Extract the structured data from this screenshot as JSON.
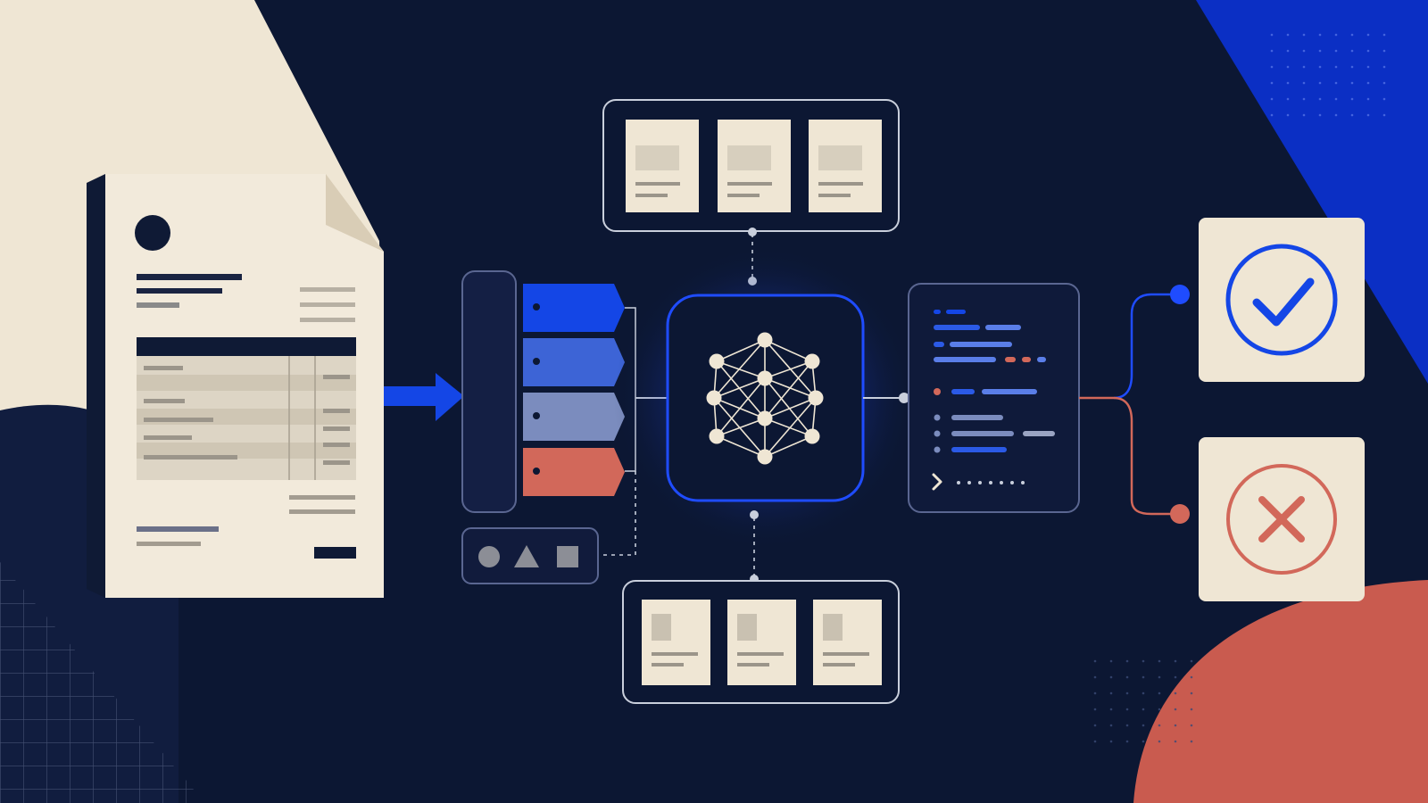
{
  "illustration": {
    "colors": {
      "background": "#0c1733",
      "paper": "#efe6d4",
      "paper_shade": "#ded3be",
      "ink": "#0f1a35",
      "accent_blue": "#1446e6",
      "blue_mid": "#3d64d6",
      "blue_slate": "#7b8cbe",
      "accent_red": "#d2685a",
      "line_light": "#c9cfdc"
    },
    "input": {
      "icon": "invoice-document-icon",
      "arrow_icon": "arrow-right-icon"
    },
    "classification": {
      "label_tags": [
        {
          "name": "tag-blue",
          "color": "#1446e6"
        },
        {
          "name": "tag-mid-blue",
          "color": "#3d64d6"
        },
        {
          "name": "tag-slate",
          "color": "#7b8cbe"
        },
        {
          "name": "tag-red",
          "color": "#d2685a"
        }
      ],
      "shape_icons": [
        "circle-icon",
        "triangle-icon",
        "square-icon"
      ]
    },
    "model": {
      "icon": "neural-network-icon",
      "top_examples": 3,
      "bottom_examples": 3
    },
    "output": {
      "icon": "code-output-icon",
      "prompt_icon": "chevron-right-icon"
    },
    "results": [
      {
        "name": "approved",
        "icon": "checkmark-icon",
        "color": "#1446e6"
      },
      {
        "name": "rejected",
        "icon": "x-mark-icon",
        "color": "#d2685a"
      }
    ]
  }
}
